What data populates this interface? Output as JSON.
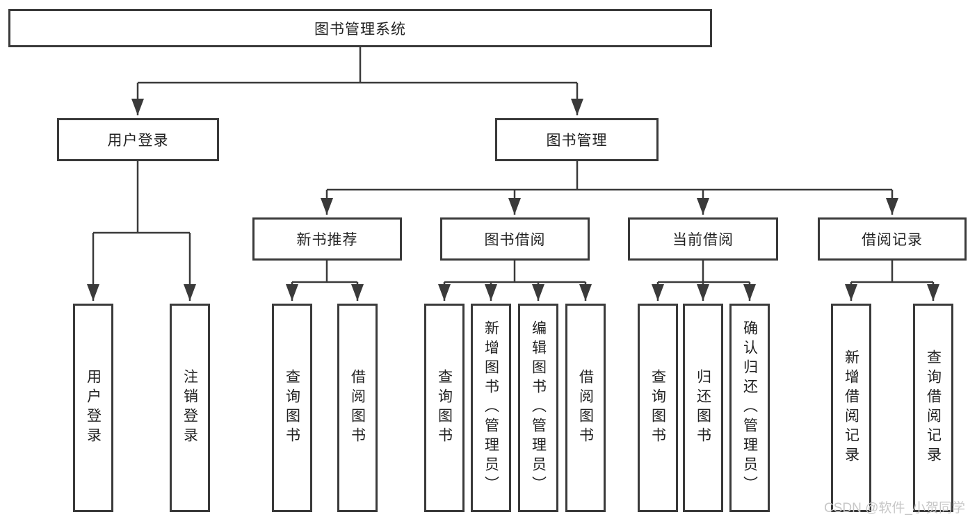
{
  "tree": {
    "label": "图书管理系统",
    "children": [
      {
        "label": "用户登录",
        "children": [
          {
            "label": "用户登录"
          },
          {
            "label": "注销登录"
          }
        ]
      },
      {
        "label": "图书管理",
        "children": [
          {
            "label": "新书推荐",
            "children": [
              {
                "label": "查询图书"
              },
              {
                "label": "借阅图书"
              }
            ]
          },
          {
            "label": "图书借阅",
            "children": [
              {
                "label": "查询图书"
              },
              {
                "label": "新增图书（管理员）"
              },
              {
                "label": "编辑图书（管理员）"
              },
              {
                "label": "借阅图书"
              }
            ]
          },
          {
            "label": "当前借阅",
            "children": [
              {
                "label": "查询图书"
              },
              {
                "label": "归还图书"
              },
              {
                "label": "确认归还（管理员）"
              }
            ]
          },
          {
            "label": "借阅记录",
            "children": [
              {
                "label": "新增借阅记录"
              },
              {
                "label": "查询借阅记录"
              }
            ]
          }
        ]
      }
    ]
  },
  "watermark": "CSDN @软件_小贺同学",
  "colors": {
    "line": "#3a3a3a",
    "text": "#222222",
    "background": "#ffffff",
    "watermark": "#c8c8c8"
  }
}
